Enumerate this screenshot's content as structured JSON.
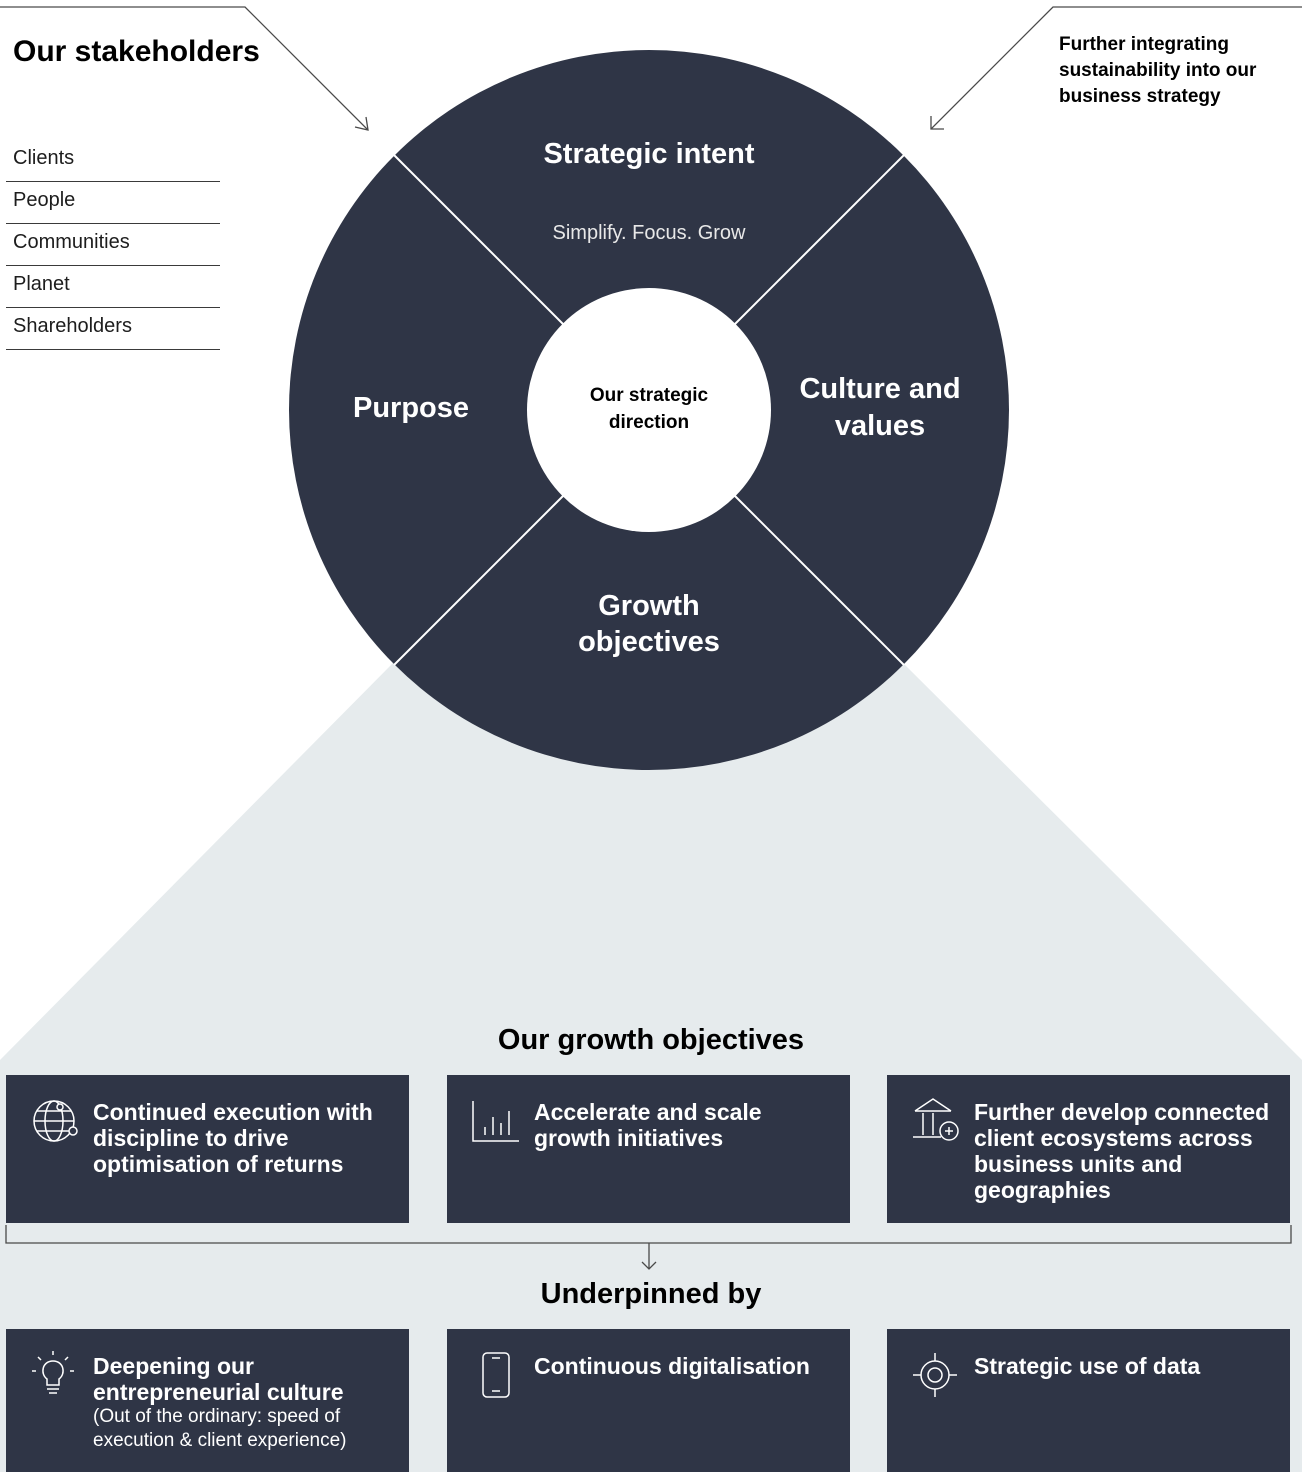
{
  "stakeholders": {
    "title": "Our stakeholders",
    "items": [
      "Clients",
      "People",
      "Communities",
      "Planet",
      "Shareholders"
    ]
  },
  "note": "Further integrating sustainability into our business strategy",
  "wheel": {
    "center": "Our strategic direction",
    "segments": {
      "strategic_intent": {
        "title": "Strategic intent",
        "subtitle": "Simplify. Focus. Grow"
      },
      "purpose": {
        "title": "Purpose"
      },
      "culture": {
        "title": "Culture and values"
      },
      "growth": {
        "title": "Growth objectives"
      }
    }
  },
  "growth_heading": "Our growth objectives",
  "growth_cards": [
    {
      "text": "Continued execution with discipline to drive optimisation of returns",
      "icon": "globe-network-icon"
    },
    {
      "text": "Accelerate and scale growth initiatives",
      "icon": "bar-chart-icon"
    },
    {
      "text": "Further develop connected client ecosystems across business units and geographies",
      "icon": "bank-plus-icon"
    }
  ],
  "underpinned_heading": "Underpinned by",
  "underpinned_cards": [
    {
      "text": "Deepening our entrepreneurial culture",
      "subtext": "(Out of the ordinary: speed of execution & client experience)",
      "icon": "lightbulb-icon"
    },
    {
      "text": "Continuous digitalisation",
      "icon": "mobile-phone-icon"
    },
    {
      "text": "Strategic use of data",
      "icon": "target-icon"
    }
  ],
  "colors": {
    "navy": "#2f3546",
    "panel": "#e6ebed",
    "white": "#ffffff"
  }
}
